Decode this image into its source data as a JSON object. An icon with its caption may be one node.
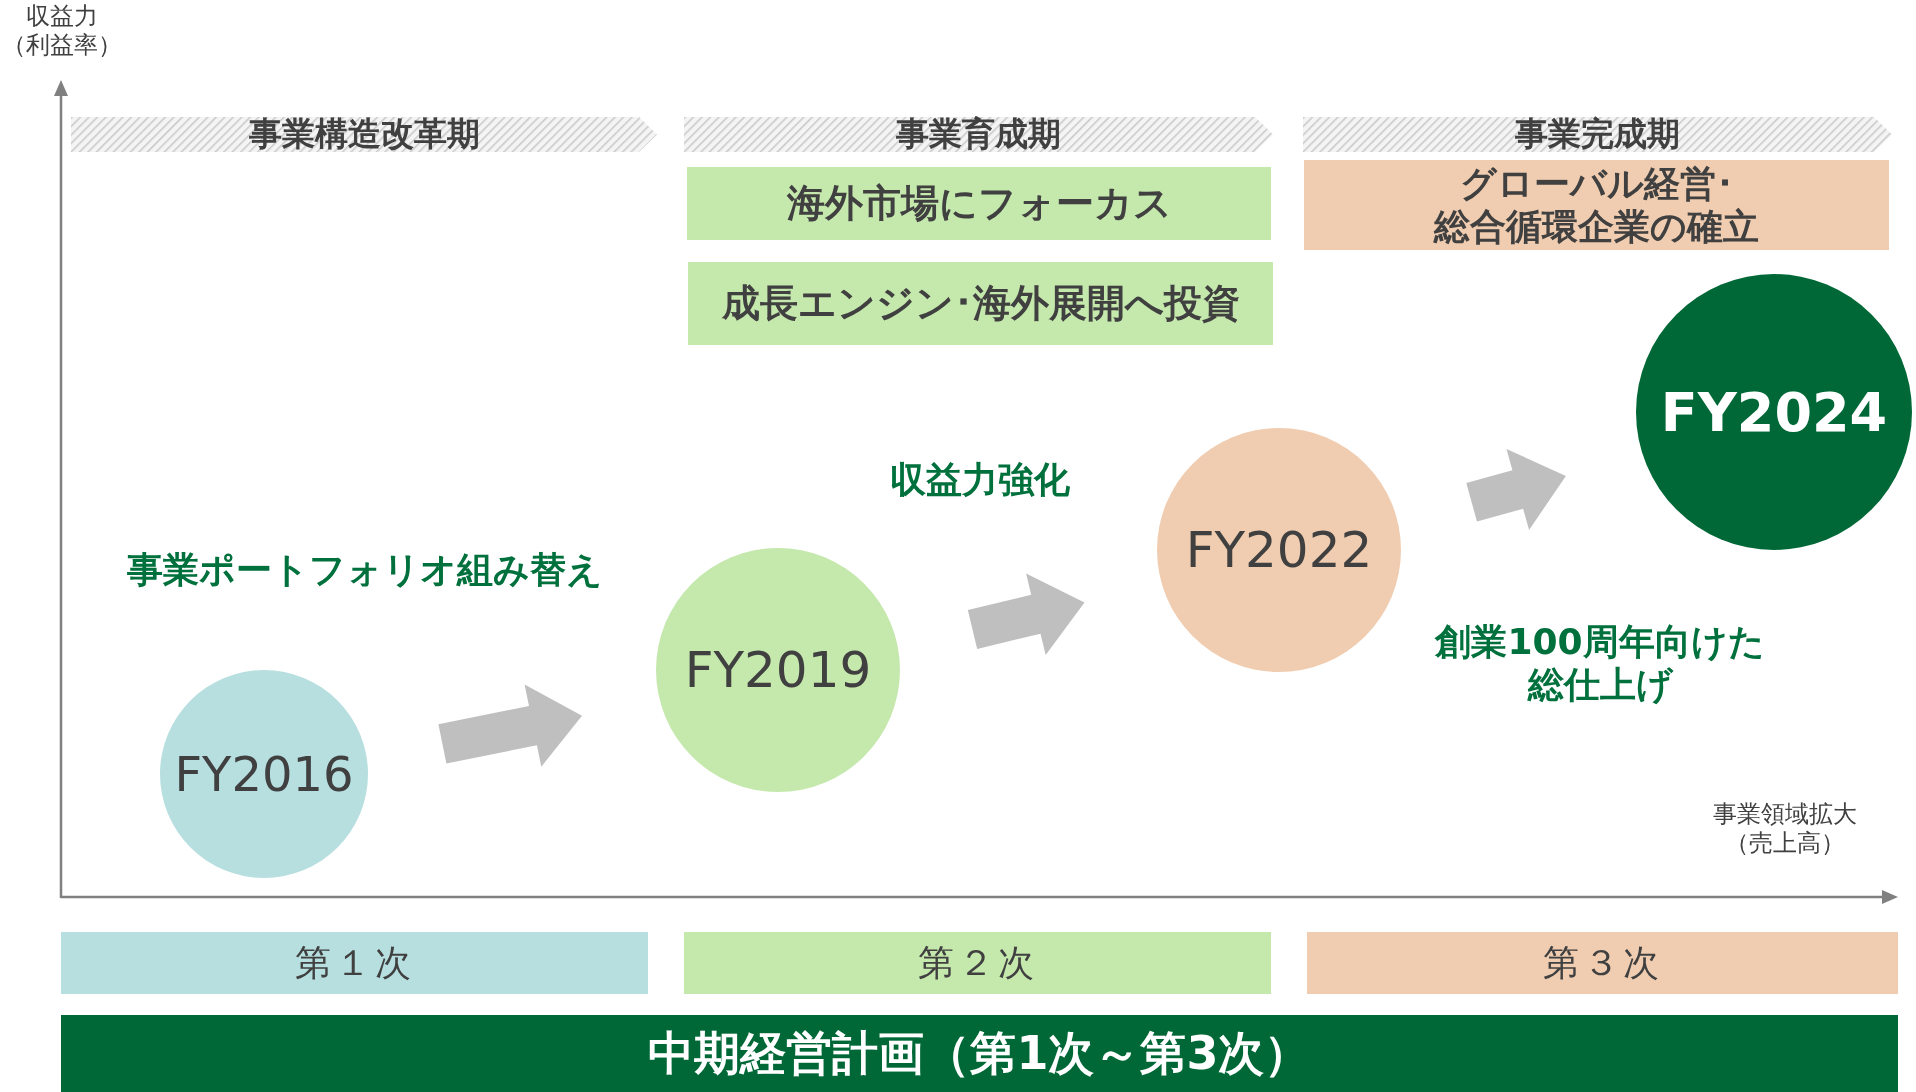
{
  "diagram": {
    "nodes": [
      {
        "text": [
          "事業構造改革期"
        ]
      },
      {
        "text": [
          "事業育成期"
        ]
      },
      {
        "text": [
          "事業完成期"
        ]
      },
      {
        "text": [
          "海外市場にフォーカス"
        ]
      },
      {
        "text": [
          "成長エンジン･海外展開へ投資"
        ]
      },
      {
        "text": [
          "グローバル経営･総合循環企業の確立"
        ]
      },
      {
        "text": [
          "FY2016"
        ]
      },
      {
        "text": [
          "FY2019"
        ]
      },
      {
        "text": [
          "FY2022"
        ]
      },
      {
        "text": [
          "FY2024"
        ]
      },
      {
        "text": [
          "第１次"
        ]
      },
      {
        "text": [
          "第２次"
        ]
      },
      {
        "text": [
          "第３次"
        ]
      },
      {
        "text": [
          "中期経営計画（第1次～第3次）"
        ]
      }
    ],
    "edges": [
      {
        "from": 6,
        "to": 7,
        "arrow": "to"
      },
      {
        "from": 7,
        "to": 8,
        "arrow": "to"
      },
      {
        "from": 8,
        "to": 9,
        "arrow": "to"
      }
    ],
    "labels": [
      "収益力（利益率）",
      "事業ポートフォリオ組み替え",
      "収益力強化",
      "創業100周年向けた総仕上げ",
      "事業領域拡大（売上高）"
    ]
  }
}
